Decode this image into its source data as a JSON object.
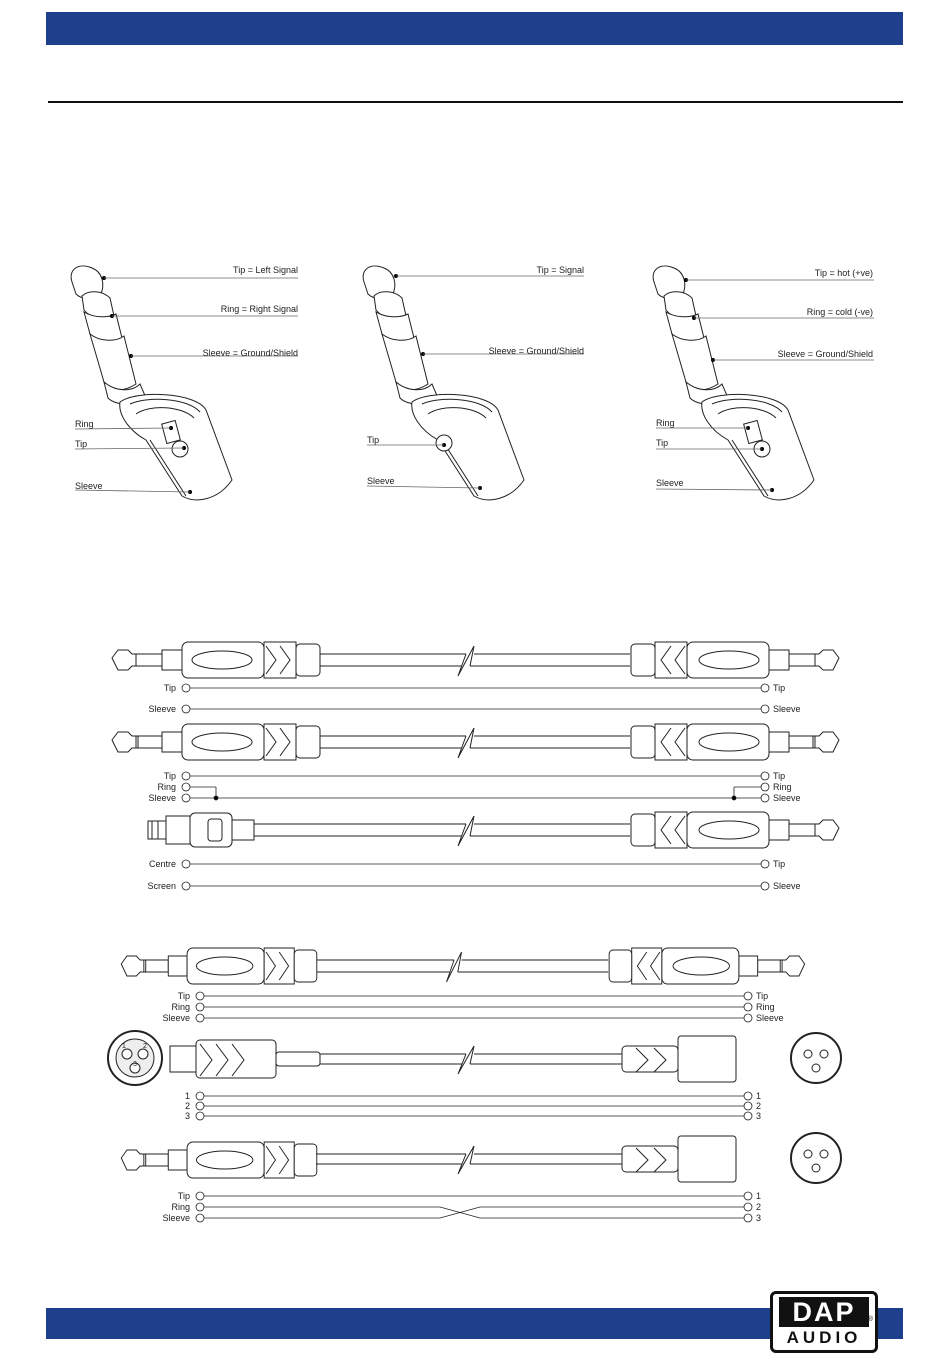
{
  "jacks": {
    "stereo": {
      "callout_tip": "Tip = Left Signal",
      "callout_ring": "Ring = Right Signal",
      "callout_sleeve": "Sleeve = Ground/Shield",
      "lbl_ring": "Ring",
      "lbl_tip": "Tip",
      "lbl_sleeve": "Sleeve"
    },
    "mono": {
      "callout_tip": "Tip = Signal",
      "callout_sleeve": "Sleeve = Ground/Shield",
      "lbl_tip": "Tip",
      "lbl_sleeve": "Sleeve"
    },
    "balanced": {
      "callout_tip": "Tip = hot (+ve)",
      "callout_ring": "Ring = cold (-ve)",
      "callout_sleeve": "Sleeve = Ground/Shield",
      "lbl_ring": "Ring",
      "lbl_tip": "Tip",
      "lbl_sleeve": "Sleeve"
    }
  },
  "cables": {
    "mono_jack": {
      "left": [
        "Tip",
        "Sleeve"
      ],
      "right": [
        "Tip",
        "Sleeve"
      ]
    },
    "stereo_to_mono": {
      "left": [
        "Tip",
        "Ring",
        "Sleeve"
      ],
      "right": [
        "Tip",
        "Ring",
        "Sleeve"
      ]
    },
    "rca_to_jack": {
      "left": [
        "Centre",
        "Screen"
      ],
      "right": [
        "Tip",
        "Sleeve"
      ]
    },
    "stereo_jack": {
      "left": [
        "Tip",
        "Ring",
        "Sleeve"
      ],
      "right": [
        "Tip",
        "Ring",
        "Sleeve"
      ]
    },
    "xlr": {
      "left": [
        "1",
        "2",
        "3"
      ],
      "right": [
        "1",
        "2",
        "3"
      ],
      "pin_labels": [
        "1",
        "2",
        "3"
      ]
    },
    "jack_to_xlr": {
      "left": [
        "Tip",
        "Ring",
        "Sleeve"
      ],
      "right": [
        "1",
        "2",
        "3"
      ]
    }
  },
  "logo": {
    "line1": "DAP",
    "line2": "AUDIO",
    "mark": "®"
  },
  "colors": {
    "brand_blue": "#1d3f8c",
    "ink": "#222222"
  }
}
